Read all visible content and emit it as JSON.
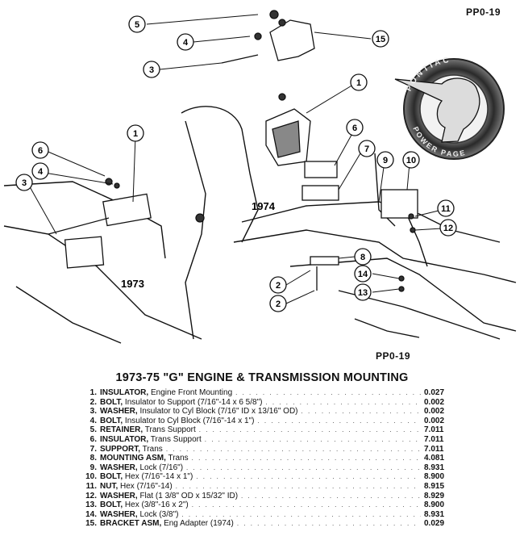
{
  "page_codes": {
    "top": "PP0-19",
    "bottom": "PP0-19"
  },
  "logo": {
    "ring_top": "PONTIAC",
    "ring_bottom": "POWER PAGE"
  },
  "diagram": {
    "years": [
      "1973",
      "1974"
    ],
    "callouts": [
      "1",
      "1",
      "2",
      "2",
      "3",
      "3",
      "4",
      "4",
      "5",
      "6",
      "6",
      "7",
      "8",
      "9",
      "10",
      "11",
      "12",
      "13",
      "14",
      "15"
    ]
  },
  "title": "1973-75 \"G\" ENGINE & TRANSMISSION MOUNTING",
  "parts": [
    {
      "num": "1.",
      "name": "INSULATOR,",
      "detail": " Engine Front Mounting",
      "pn": "0.027"
    },
    {
      "num": "2.",
      "name": "BOLT,",
      "detail": " Insulator to Support (7/16\"-14 x 6 5/8\")",
      "pn": "0.002"
    },
    {
      "num": "3.",
      "name": "WASHER,",
      "detail": " Insulator to Cyl Block (7/16\" ID x 13/16\" OD)",
      "pn": "0.002"
    },
    {
      "num": "4.",
      "name": "BOLT,",
      "detail": " Insulator to Cyl Block (7/16\"-14 x 1\")",
      "pn": "0.002"
    },
    {
      "num": "5.",
      "name": "RETAINER,",
      "detail": " Trans Support",
      "pn": "7.011"
    },
    {
      "num": "6.",
      "name": "INSULATOR,",
      "detail": " Trans Support",
      "pn": "7.011"
    },
    {
      "num": "7.",
      "name": "SUPPORT,",
      "detail": " Trans",
      "pn": "7.011"
    },
    {
      "num": "8.",
      "name": "MOUNTING ASM,",
      "detail": " Trans",
      "pn": "4.081"
    },
    {
      "num": "9.",
      "name": "WASHER,",
      "detail": " Lock (7/16\")",
      "pn": "8.931"
    },
    {
      "num": "10.",
      "name": "BOLT,",
      "detail": " Hex (7/16\"-14 x 1\")",
      "pn": "8.900"
    },
    {
      "num": "11.",
      "name": "NUT,",
      "detail": " Hex (7/16\"-14)",
      "pn": "8.915"
    },
    {
      "num": "12.",
      "name": "WASHER,",
      "detail": " Flat (1 3/8\" OD x 15/32\" ID)",
      "pn": "8.929"
    },
    {
      "num": "13.",
      "name": "BOLT,",
      "detail": " Hex (3/8\"-16 x 2\")",
      "pn": "8.900"
    },
    {
      "num": "14.",
      "name": "WASHER,",
      "detail": " Lock (3/8\")",
      "pn": "8.931"
    },
    {
      "num": "15.",
      "name": "BRACKET ASM,",
      "detail": " Eng Adapter (1974)",
      "pn": "0.029"
    }
  ]
}
